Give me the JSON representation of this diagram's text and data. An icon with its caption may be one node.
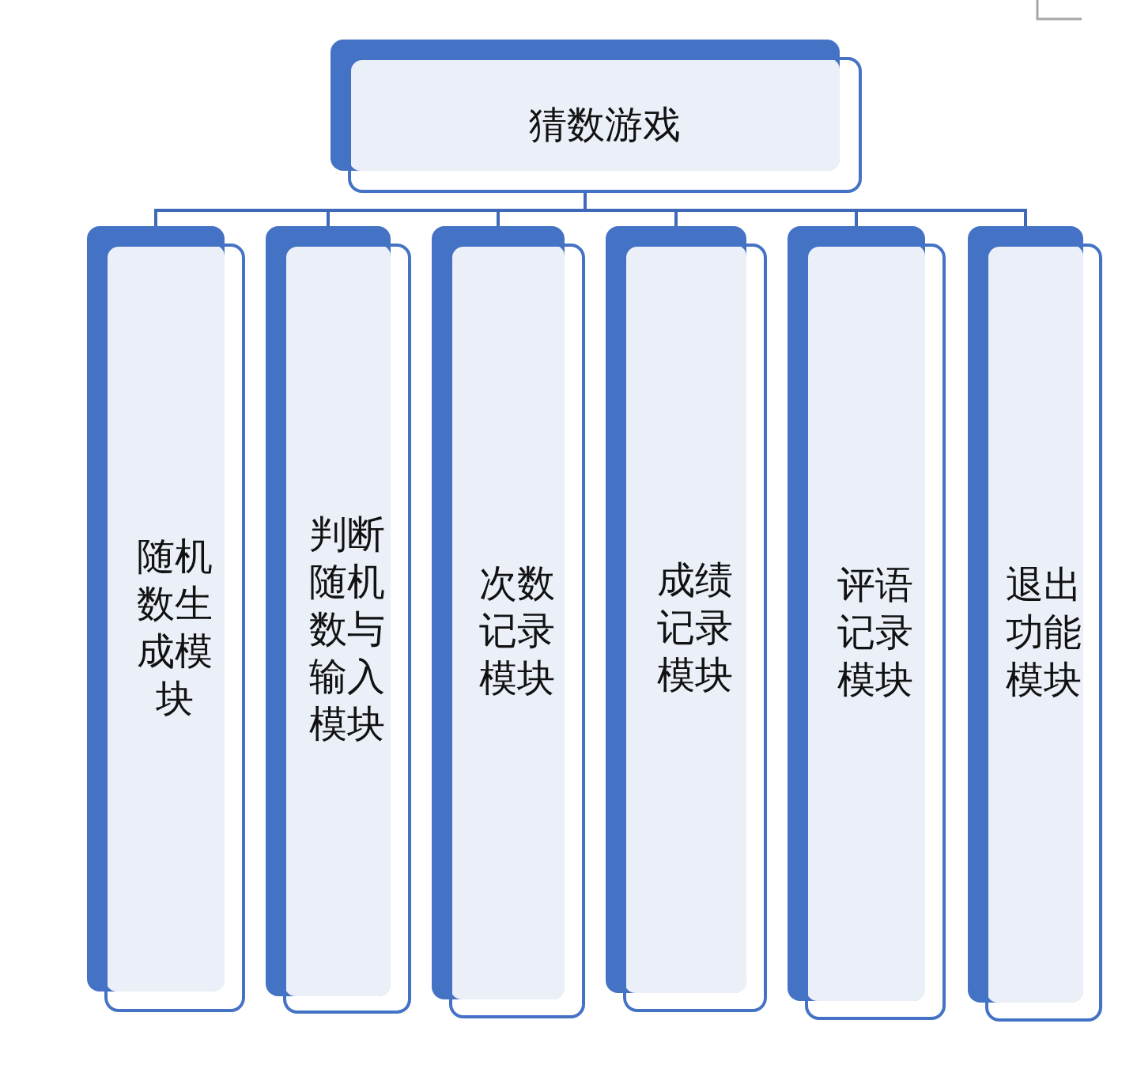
{
  "diagram": {
    "nodes": [
      {
        "text": [
          "猜数游戏"
        ]
      },
      {
        "text": [
          "随机数生成模块"
        ]
      },
      {
        "text": [
          "判断随机数与输入模块"
        ]
      },
      {
        "text": [
          "次数记录模块"
        ]
      },
      {
        "text": [
          "成绩记录模块"
        ]
      },
      {
        "text": [
          "评语记录模块"
        ]
      },
      {
        "text": [
          "退出功能模块"
        ]
      }
    ],
    "edges": [
      {
        "from": 0,
        "to": 1,
        "arrow": "none"
      },
      {
        "from": 0,
        "to": 2,
        "arrow": "none"
      },
      {
        "from": 0,
        "to": 3,
        "arrow": "none"
      },
      {
        "from": 0,
        "to": 4,
        "arrow": "none"
      },
      {
        "from": 0,
        "to": 5,
        "arrow": "none"
      },
      {
        "from": 0,
        "to": 6,
        "arrow": "none"
      }
    ]
  }
}
